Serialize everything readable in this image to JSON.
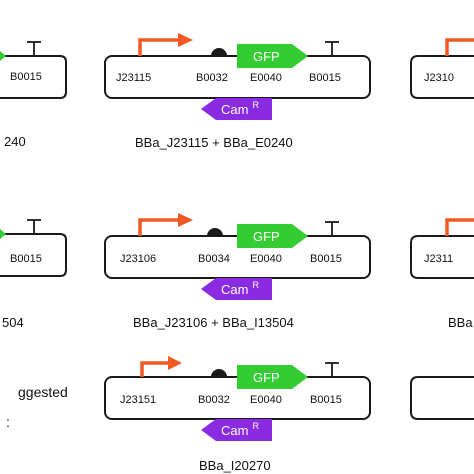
{
  "colors": {
    "backbone": "#1a1a1a",
    "promoter": "#f05a22",
    "rbs": "#1a1a1a",
    "gfp": "#33cc33",
    "cam": "#8a2be2",
    "gene_text": "#ffffff"
  },
  "icons": [
    "promoter-arrow-icon",
    "rbs-icon",
    "terminator-icon",
    "gfp-gene-icon",
    "cam-resistance-icon"
  ],
  "constructs": [
    {
      "caption": "BBa_J23115 + BBa_E0240",
      "promoter": "J23115",
      "rbs": "B0032",
      "gene_code": "E0040",
      "gene_name": "GFP",
      "terminator": "B0015",
      "resistance": "Cam",
      "resistance_sup": "R"
    },
    {
      "caption": "BBa_J23106 + BBa_I13504",
      "promoter": "J23106",
      "rbs": "B0034",
      "gene_code": "E0040",
      "gene_name": "GFP",
      "terminator": "B0015",
      "resistance": "Cam",
      "resistance_sup": "R"
    },
    {
      "caption": "BBa_I20270",
      "promoter": "J23151",
      "rbs": "B0032",
      "gene_code": "E0040",
      "gene_name": "GFP",
      "terminator": "B0015",
      "resistance": "Cam",
      "resistance_sup": "R"
    }
  ],
  "left_column": {
    "row1_terminator": "B0015",
    "row1_caption_fragment": "240",
    "row2_terminator": "B0015",
    "row2_caption_fragment": "504",
    "row3_text_line1": "ggested",
    "row3_text_line2": ":"
  },
  "right_column": {
    "row1_promoter": "J2310",
    "row2_promoter": "J2311",
    "row2_caption_fragment": "BBa"
  }
}
